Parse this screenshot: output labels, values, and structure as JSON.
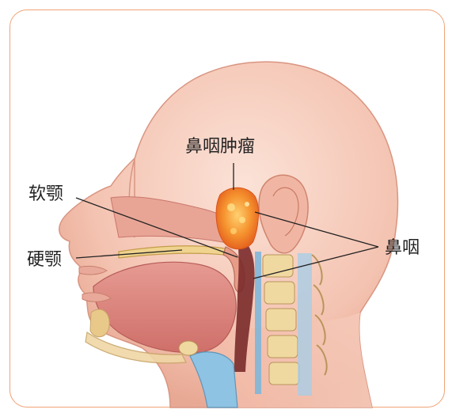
{
  "labels": {
    "tumor": "鼻咽肿瘤",
    "soft_palate": "软颚",
    "hard_palate": "硬颚",
    "nasopharynx": "鼻咽"
  },
  "colors": {
    "frame": "#f0a276",
    "skin": "#f6c6b5",
    "tumor": "#f07a2a",
    "leader_line": "#222222"
  }
}
